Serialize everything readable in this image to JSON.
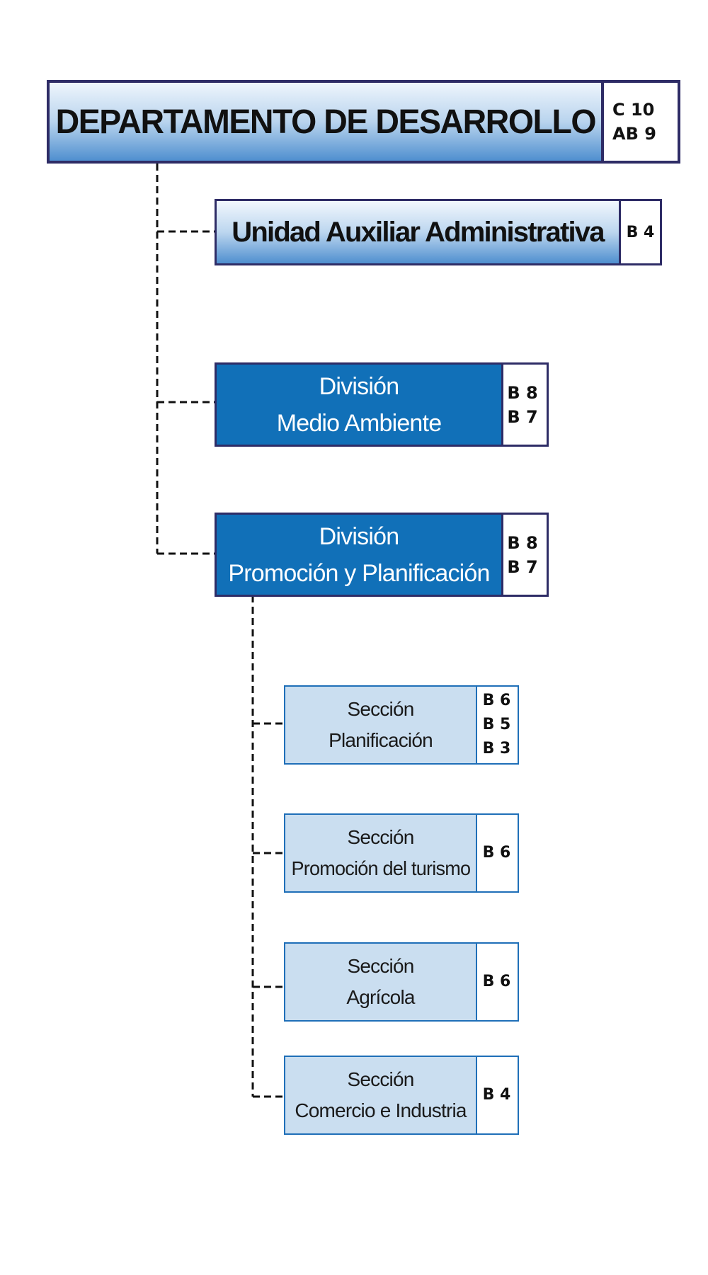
{
  "department": {
    "title": "DEPARTAMENTO DE DESARROLLO",
    "codes": [
      "C 10",
      "AB 9"
    ]
  },
  "unit": {
    "title": "Unidad Auxiliar Administrativa",
    "codes": [
      "B 4"
    ]
  },
  "divisions": [
    {
      "line1": "División",
      "line2": "Medio Ambiente",
      "codes": [
        "B 8",
        "B 7"
      ]
    },
    {
      "line1": "División",
      "line2": "Promoción y Planificación",
      "codes": [
        "B 8",
        "B 7"
      ]
    }
  ],
  "sections": [
    {
      "line1": "Sección",
      "line2": "Planificación",
      "codes": [
        "B 6",
        "B 5",
        "B 3"
      ]
    },
    {
      "line1": "Sección",
      "line2": "Promoción del turismo",
      "codes": [
        "B 6"
      ]
    },
    {
      "line1": "Sección",
      "line2": "Agrícola",
      "codes": [
        "B 6"
      ]
    },
    {
      "line1": "Sección",
      "line2": "Comercio e Industria",
      "codes": [
        "B 4"
      ]
    }
  ]
}
